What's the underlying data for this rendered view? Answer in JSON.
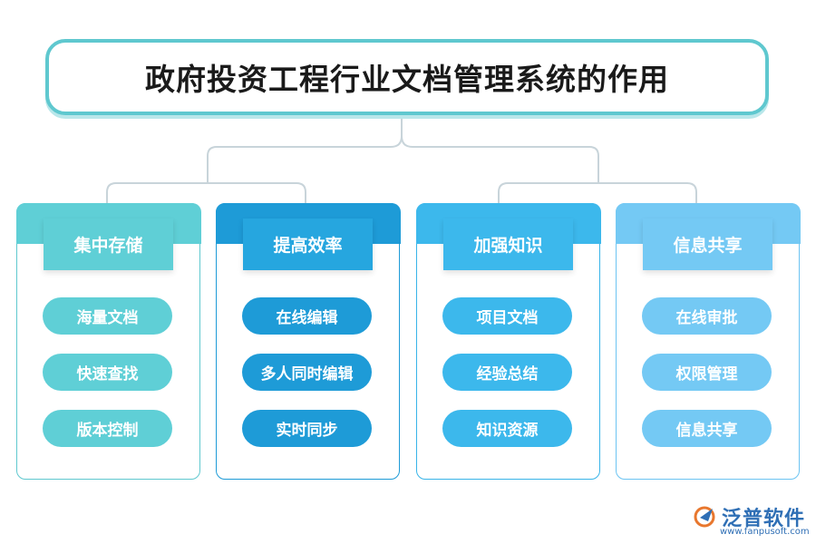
{
  "title": "政府投资工程行业文档管理系统的作用",
  "columns": [
    {
      "heading": "集中存储",
      "items": [
        "海量文档",
        "快速查找",
        "版本控制"
      ]
    },
    {
      "heading": "提高效率",
      "items": [
        "在线编辑",
        "多人同时编辑",
        "实时同步"
      ]
    },
    {
      "heading": "加强知识",
      "items": [
        "项目文档",
        "经验总结",
        "知识资源"
      ]
    },
    {
      "heading": "信息共享",
      "items": [
        "在线审批",
        "权限管理",
        "信息共享"
      ]
    }
  ],
  "logo": {
    "name": "泛普软件",
    "url": "www.fanpusoft.com"
  },
  "colors": {
    "title_border": "#5fc8cf",
    "col1": "#5fcfd6",
    "col2": "#1e9bd7",
    "col3": "#3cb8ec",
    "col4": "#74c9f4",
    "connector": "#c8d4da"
  }
}
